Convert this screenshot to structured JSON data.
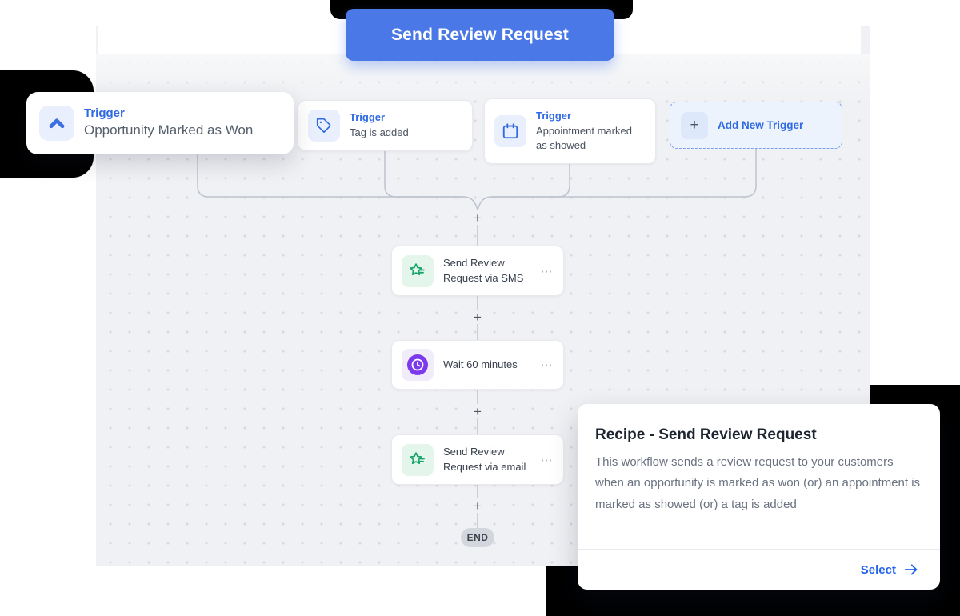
{
  "banner": {
    "label": "Send Review Request"
  },
  "triggers": [
    {
      "type_label": "Trigger",
      "title": "Opportunity Marked as Won",
      "icon": "chevron-up-icon"
    },
    {
      "type_label": "Trigger",
      "title": "Tag is added",
      "icon": "tag-icon"
    },
    {
      "type_label": "Trigger",
      "title": "Appointment marked as showed",
      "icon": "calendar-icon"
    }
  ],
  "add_trigger": {
    "label": "Add New Trigger",
    "plus": "+"
  },
  "actions": [
    {
      "title": "Send Review Request via SMS",
      "icon": "review-star-icon",
      "menu": "⋯"
    },
    {
      "title": "Wait 60 minutes",
      "icon": "clock-icon",
      "menu": "⋯"
    },
    {
      "title": "Send Review Request via email",
      "icon": "review-star-icon",
      "menu": "⋯"
    }
  ],
  "connectors": {
    "plus": "+"
  },
  "end_label": "END",
  "recipe_panel": {
    "title": "Recipe - Send Review Request",
    "description": "This workflow sends a review request to your customers when an opportunity is marked as won (or) an appointment is marked as showed (or) a tag is added",
    "select_label": "Select"
  },
  "colors": {
    "banner_blue": "#4a79e7",
    "trigger_blue": "#2f6ae3",
    "review_green": "#1aa56b",
    "wait_purple": "#7c3aed",
    "canvas_bg": "#f0f1f4",
    "shadow_black": "#000000",
    "select_blue": "#2563eb"
  }
}
